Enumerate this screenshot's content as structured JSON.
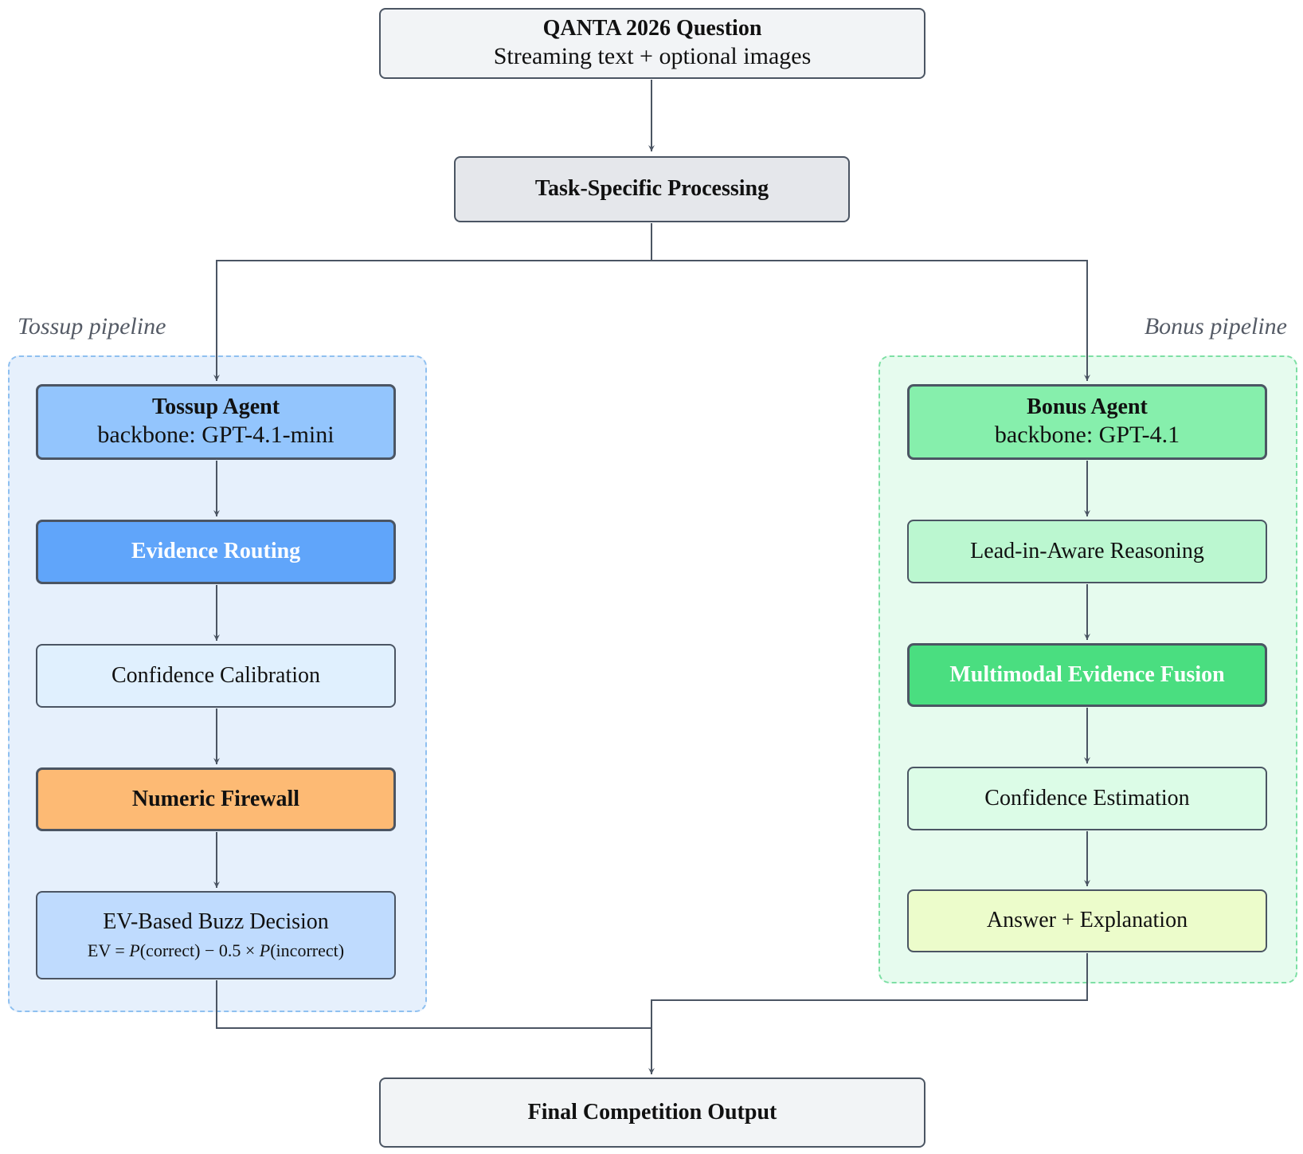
{
  "nodes": {
    "question": {
      "title": "QANTA 2026 Question",
      "subtitle": "Streaming text + optional images"
    },
    "processing": {
      "label": "Task-Specific Processing"
    },
    "tossup_agent": {
      "title": "Tossup Agent",
      "subtitle": "backbone: GPT-4.1-mini"
    },
    "evidence_routing": {
      "label": "Evidence Routing"
    },
    "confidence_calibration": {
      "label": "Confidence Calibration"
    },
    "numeric_firewall": {
      "label": "Numeric Firewall"
    },
    "ev_decision": {
      "title": "EV-Based Buzz Decision",
      "formula": {
        "lhs": "EV",
        "eq": " = ",
        "p1": "P",
        "arg1": "(correct)",
        "minus": " − 0.5 × ",
        "p2": "P",
        "arg2": "(incorrect)"
      }
    },
    "bonus_agent": {
      "title": "Bonus Agent",
      "subtitle": "backbone: GPT-4.1"
    },
    "lead_in": {
      "label": "Lead-in-Aware Reasoning"
    },
    "multimodal": {
      "label": "Multimodal Evidence Fusion"
    },
    "confidence_estimation": {
      "label": "Confidence Estimation"
    },
    "answer": {
      "label": "Answer + Explanation"
    },
    "final": {
      "label": "Final Competition Output"
    }
  },
  "clusters": {
    "tossup": {
      "label": "Tossup pipeline"
    },
    "bonus": {
      "label": "Bonus pipeline"
    }
  },
  "colors": {
    "edge": "#4b5563",
    "neutral_fill": "#f2f4f6",
    "tossup_cluster_fill": "#e6f0fc",
    "tossup_cluster_border": "#8fc0f0",
    "bonus_cluster_fill": "#e6fbee",
    "bonus_cluster_border": "#7ddfa4",
    "tossup_agent": "#93c5fd",
    "evidence_routing": "#60a5fa",
    "confidence_calibration": "#e0f0fe",
    "numeric_firewall": "#fdba74",
    "ev_decision": "#bfdbfe",
    "bonus_agent": "#86efac",
    "lead_in": "#bbf7d0",
    "multimodal": "#4ade80",
    "confidence_estimation": "#dcfce7",
    "answer": "#ecfccb"
  }
}
